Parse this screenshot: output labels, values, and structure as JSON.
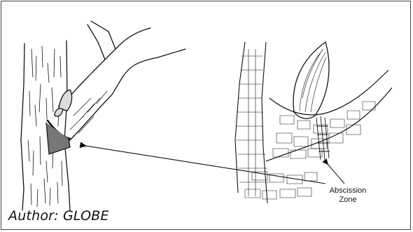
{
  "diagram": {
    "label_line1": "Abscission",
    "label_line2": "Zone",
    "caption": "Author: GLOBE"
  }
}
